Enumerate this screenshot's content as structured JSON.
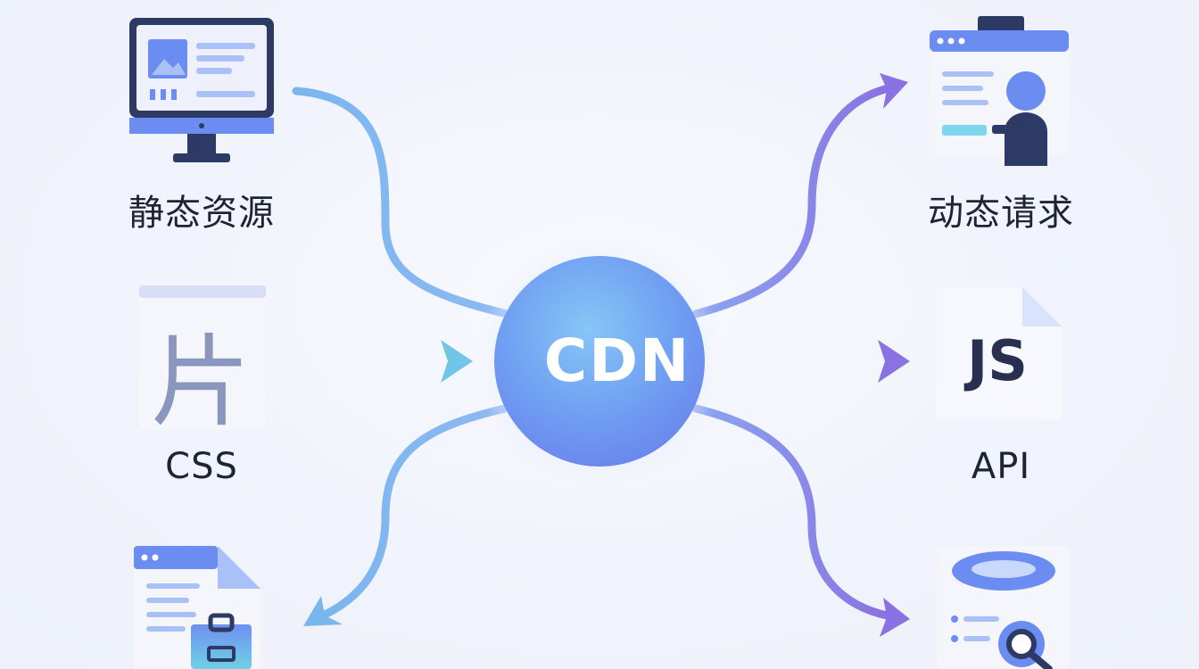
{
  "center": {
    "label": "CDN"
  },
  "nodes": {
    "static": {
      "label": "静态资源",
      "icon": "monitor-icon"
    },
    "css": {
      "label": "CSS",
      "icon": "document-icon",
      "glyph": "片"
    },
    "doc": {
      "label": "",
      "icon": "document-clipboard-icon"
    },
    "dynamic": {
      "label": "动态请求",
      "icon": "browser-user-icon"
    },
    "api": {
      "label": "API",
      "icon": "js-file-icon",
      "glyph": "JS"
    },
    "db": {
      "label": "",
      "icon": "database-search-icon"
    }
  },
  "colors": {
    "center": "#6a8ff0",
    "arrow_left": "#6fb3ec",
    "arrow_teal": "#7fdcd0",
    "arrow_right": "#8a7ae6",
    "icon_dark": "#2d3a66",
    "icon_blue": "#6b8cf0"
  }
}
